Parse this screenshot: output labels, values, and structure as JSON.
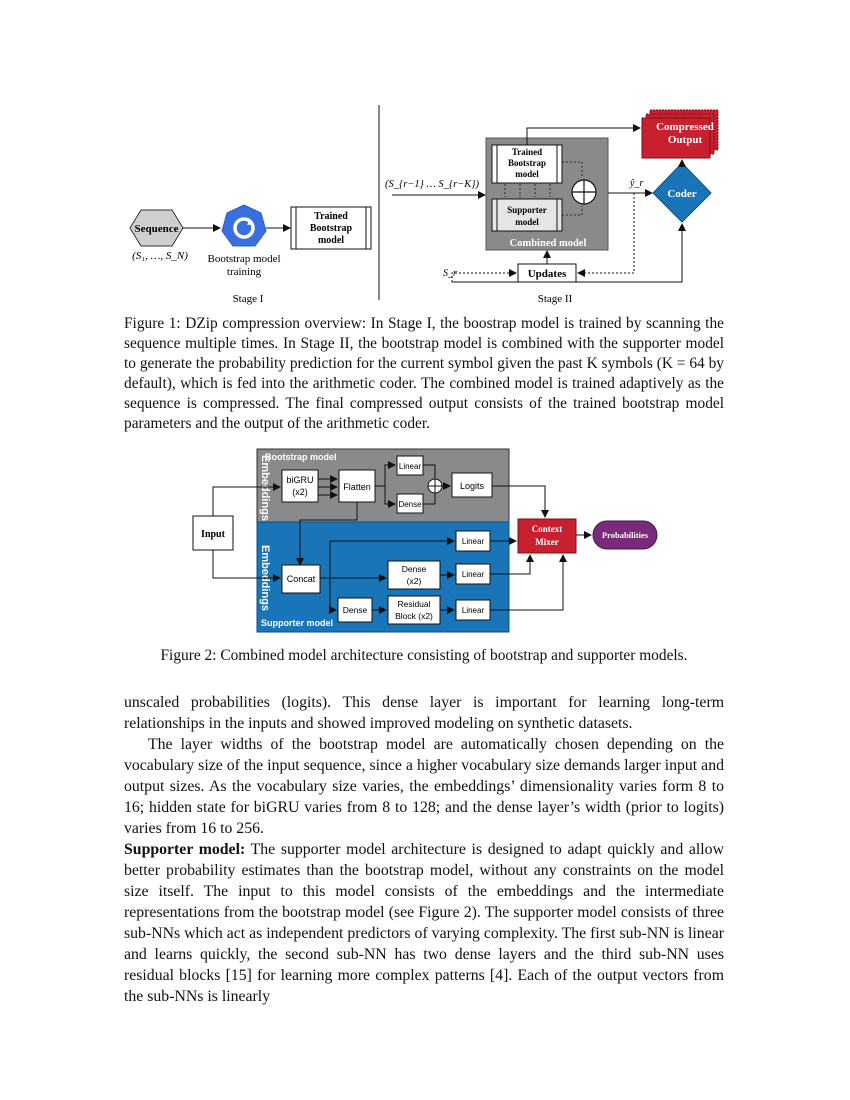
{
  "figure1": {
    "stage1": {
      "sequence_label": "Sequence",
      "sequence_math": "(S₁, …, S_N)",
      "training_label_1": "Bootstrap model",
      "training_label_2": "training",
      "trained_box": [
        "Trained",
        "Bootstrap",
        "model"
      ],
      "stage_label": "Stage I"
    },
    "stage2": {
      "input_math": "(S_{r−1} … S_{r−K})",
      "trained_box": [
        "Trained",
        "Bootstrap",
        "model"
      ],
      "supporter_box": [
        "Supporter",
        "model"
      ],
      "combined_label": "Combined model",
      "coder_label": "Coder",
      "compressed_output": [
        "Compressed",
        "Output"
      ],
      "updates_label": "Updates",
      "sr_label": "S_r",
      "yhat_label": "ŷ_r",
      "stage_label": "Stage II"
    },
    "caption": "Figure 1: DZip compression overview: In Stage I, the boostrap model is trained by scanning the sequence multiple times. In Stage II, the bootstrap model is combined with the supporter model to generate the probability prediction for the current symbol given the past K symbols (K = 64 by default), which is fed into the arithmetic coder. The combined model is trained adaptively as the sequence is compressed. The final compressed output consists of the trained bootstrap model parameters and the output of the arithmetic coder."
  },
  "figure2": {
    "bootstrap_title": "Bootstrap model",
    "supporter_title": "Supporter model",
    "embeddings_label": "Embeddings",
    "input_label": "Input",
    "bigru_label": [
      "biGRU",
      "(x2)"
    ],
    "flatten_label": "Flatten",
    "linear_label": "Linear",
    "dense_label": "Dense",
    "logits_label": "Logits",
    "concat_label": "Concat",
    "dense_x2_label": [
      "Dense",
      "(x2)"
    ],
    "residual_label": [
      "Residual",
      "Block (x2)"
    ],
    "context_mixer_label": [
      "Context",
      "Mixer"
    ],
    "probabilities_label": "Probabilities",
    "caption": "Figure 2: Combined model architecture consisting of bootstrap and supporter models."
  },
  "colors": {
    "bootstrap_bg": "#8a8a8a",
    "supporter_bg": "#1a75b8",
    "coder": "#1a75b8",
    "compressed": "#c8202e",
    "context_mixer": "#c8202e",
    "probabilities": "#7a2a7a",
    "sequence_hex": "#cfcfcf",
    "training_icon": "#3a6fe0"
  },
  "body": {
    "p1": "unscaled probabilities (logits). This dense layer is important for learning long-term relationships in the inputs and showed improved modeling on synthetic datasets.",
    "p2": "The layer widths of the bootstrap model are automatically chosen depending on the vocabulary size of the input sequence, since a higher vocabulary size demands larger input and output sizes. As the vocabulary size varies, the embeddings’ dimensionality varies form 8 to 16; hidden state for biGRU varies from 8 to 128; and the dense layer’s width (prior to logits) varies from 16 to 256.",
    "p3_heading": "Supporter model:",
    "p3": " The supporter model architecture is designed to adapt quickly and allow better probability estimates than the bootstrap model, without any constraints on the model size itself. The input to this model consists of the embeddings and the intermediate representations from the bootstrap model (see Figure 2). The supporter model consists of three sub-NNs which act as independent predictors of varying complexity. The first sub-NN is linear and learns quickly, the second sub-NN has two dense layers and the third sub-NN uses residual blocks [15] for learning more complex patterns [4]. Each of the output vectors from the sub-NNs is linearly"
  }
}
